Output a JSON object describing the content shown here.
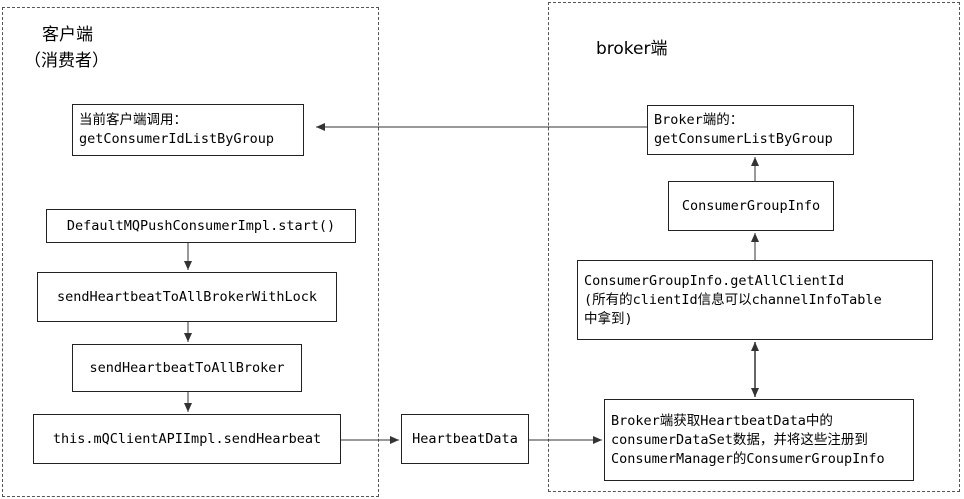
{
  "client": {
    "title_line1": "客户端",
    "title_line2": "（消费者）",
    "current_call_line1": "当前客户端调用：",
    "current_call_line2": "getConsumerIdListByGroup",
    "start": "DefaultMQPushConsumerImpl.start()",
    "send_with_lock": "sendHeartbeatToAllBrokerWithLock",
    "send_all": "sendHeartbeatToAllBroker",
    "send_hearbeat": "this.mQClientAPIImpl.sendHearbeat"
  },
  "middle": {
    "heartbeat_data": "HeartbeatData"
  },
  "broker": {
    "title": "broker端",
    "list_line1": "Broker端的：",
    "list_line2": "getConsumerListByGroup",
    "group_info": "ConsumerGroupInfo",
    "all_client_line1": "ConsumerGroupInfo.getAllClientId",
    "all_client_line2": "(所有的clientId信息可以channelInfoTable",
    "all_client_line3": "中拿到)",
    "register_line1": "Broker端获取HeartbeatData中的",
    "register_line2": "consumerDataSet数据，并将这些注册到",
    "register_line3": "ConsumerManager的ConsumerGroupInfo"
  },
  "colors": {
    "border": "#222222",
    "dashed": "#555555",
    "arrow": "#333333"
  }
}
